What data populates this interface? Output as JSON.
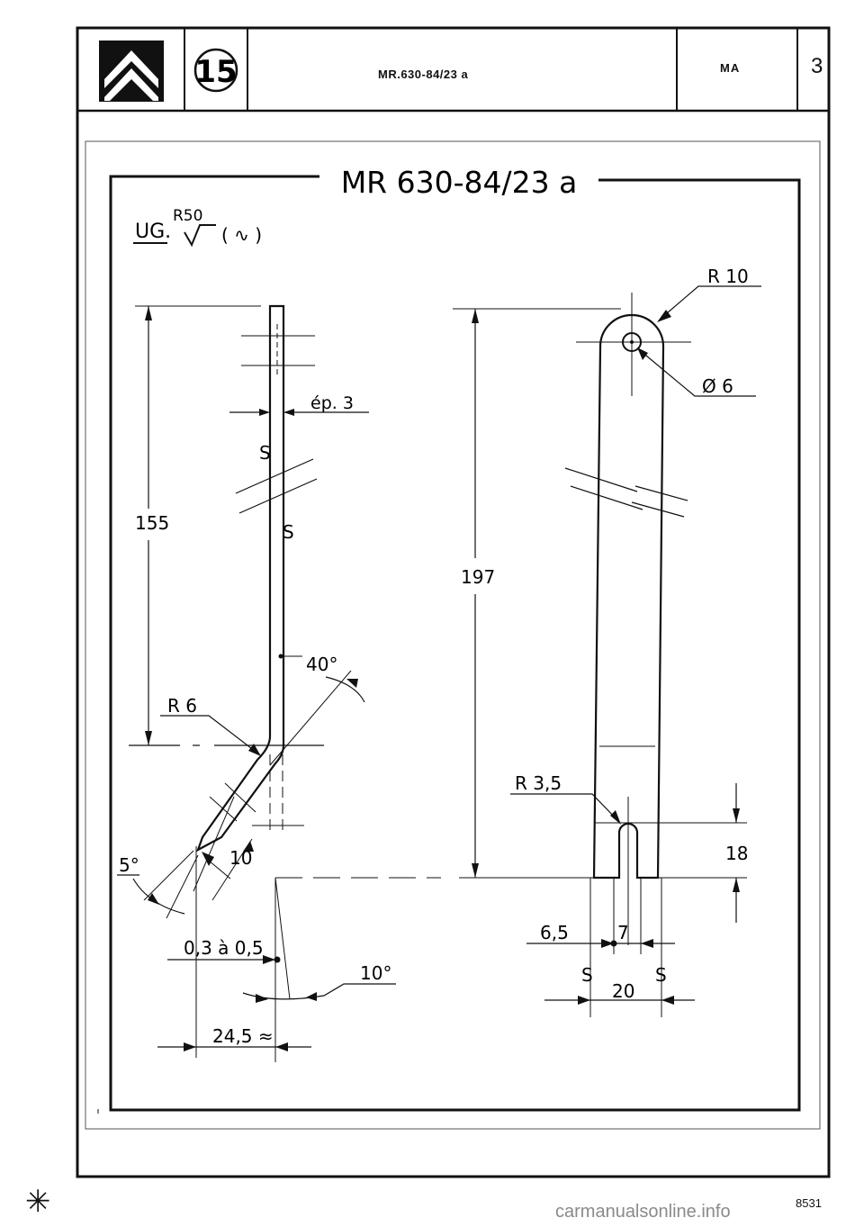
{
  "header": {
    "chapter_number": "15",
    "reference": "MR.630-84/23 a",
    "code": "MA",
    "page_number": "3"
  },
  "drawing": {
    "title": "MR 630-84/23 a",
    "surface_note": {
      "material": "UG.",
      "roughness": "R50",
      "symbol": "( ∿ )"
    },
    "side_view": {
      "thickness": "ép. 3",
      "height": "155",
      "bend_angle": "40°",
      "bend_radius": "R 6",
      "tip_angle": "5°",
      "tip_length": "10",
      "tip_gap": "0,3 à 0,5",
      "lean_angle": "10°",
      "offset": "24,5 ≈",
      "break_mark_1": "S",
      "break_mark_2": "S"
    },
    "front_view": {
      "top_radius": "R 10",
      "hole_diameter": "Ø 6",
      "length": "197",
      "slot_radius": "R 3,5",
      "slot_depth": "18",
      "left_width": "6,5",
      "slot_width": "7",
      "total_width": "20",
      "break_mark_1": "S",
      "break_mark_2": "S"
    }
  },
  "footer": {
    "sheet_number": "8531",
    "watermark": "carmanualsonline.info"
  }
}
